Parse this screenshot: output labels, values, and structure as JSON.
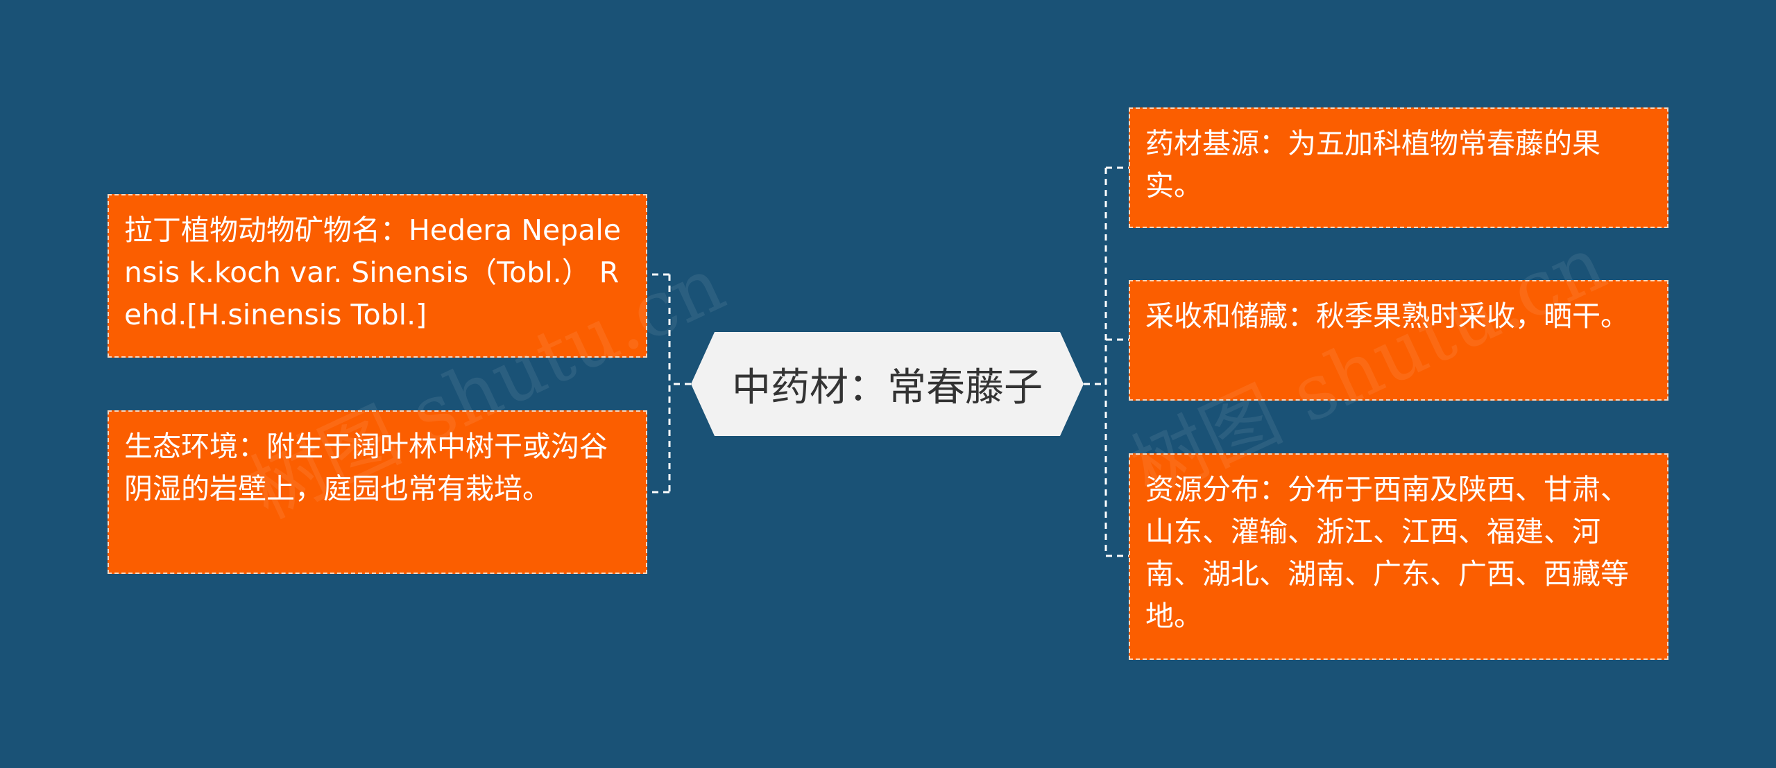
{
  "center": {
    "title": "中药材：常春藤子"
  },
  "left_nodes": [
    {
      "text": "拉丁植物动物矿物名：Hedera Nepalensis k.koch var. Sinensis（Tobl.） Rehd.[H.sinensis Tobl.]"
    },
    {
      "text": "生态环境：附生于阔叶林中树干或沟谷阴湿的岩壁上，庭园也常有栽培。"
    }
  ],
  "right_nodes": [
    {
      "text": "药材基源：为五加科植物常春藤的果实。"
    },
    {
      "text": "采收和储藏：秋季果熟时采收，晒干。"
    },
    {
      "text": "资源分布：分布于西南及陕西、甘肃、山东、灌输、浙江、江西、福建、河南、湖北、湖南、广东、广西、西藏等地。"
    }
  ],
  "colors": {
    "background": "#1a5276",
    "node_fill": "#fb5e00",
    "node_border": "#f7d8c0",
    "center_fill": "#f2f2f2",
    "center_text": "#333333",
    "connector": "#ffffff"
  },
  "watermark": {
    "text": "树图 shutu.cn"
  }
}
